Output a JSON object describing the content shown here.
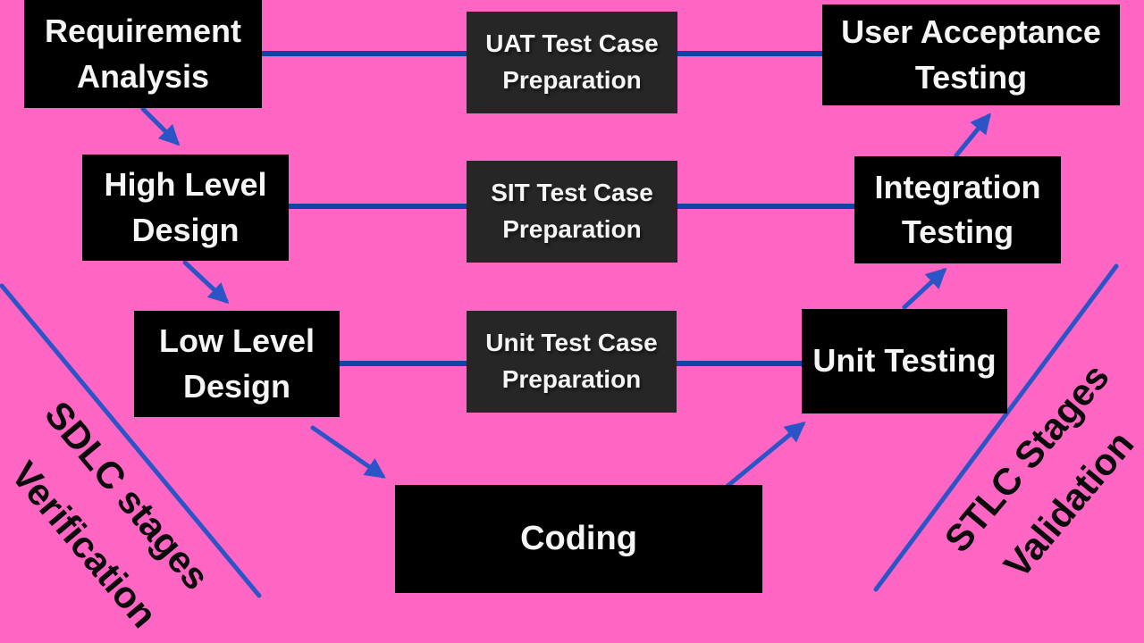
{
  "colors": {
    "background": "#FF66C4",
    "stage_box": "#000000",
    "prep_box": "#262626",
    "box_text": "#F5F5F5",
    "connector_line": "#1244A8",
    "arrow": "#2B55C6",
    "side_text": "#0B0B0B"
  },
  "boxes": {
    "requirement_analysis": {
      "line1": "Requirement",
      "line2": "Analysis"
    },
    "uat_prep": {
      "line1": "UAT Test Case",
      "line2": "Preparation"
    },
    "user_acceptance": {
      "line1": "User Acceptance",
      "line2": "Testing"
    },
    "high_level_design": {
      "line1": "High Level",
      "line2": "Design"
    },
    "sit_prep": {
      "line1": "SIT Test Case",
      "line2": "Preparation"
    },
    "integration_testing": {
      "line1": "Integration",
      "line2": "Testing"
    },
    "low_level_design": {
      "line1": "Low Level",
      "line2": "Design"
    },
    "unit_prep": {
      "line1": "Unit Test Case",
      "line2": "Preparation"
    },
    "unit_testing": {
      "line1": "Unit Testing"
    },
    "coding": {
      "line1": "Coding"
    }
  },
  "side_labels": {
    "sdlc": "SDLC stages",
    "verification": "Verification",
    "stlc": "STLC Stages",
    "validation": "Validation"
  }
}
